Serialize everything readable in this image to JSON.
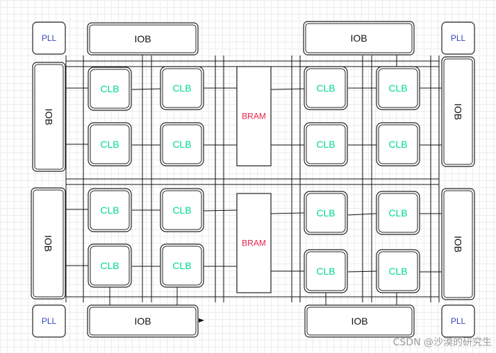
{
  "labels": {
    "pll": "PLL",
    "iob": "IOB",
    "clb": "CLB",
    "bram": "BRAM"
  },
  "colors": {
    "pll_text": "#3344bb",
    "clb_text": "#00d98a",
    "bram_text": "#e8204a",
    "line": "#111111"
  },
  "watermark": "CSDN @沙漠的研究生"
}
